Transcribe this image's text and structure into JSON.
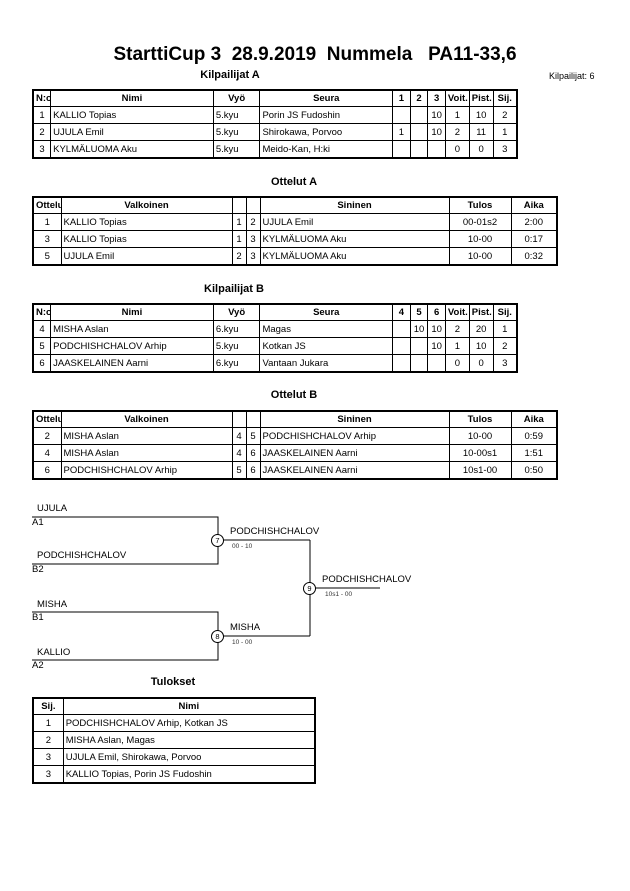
{
  "title": "StarttiCup 3  28.9.2019  Nummela   PA11-33,6",
  "competitor_count": "Kilpailijat: 6",
  "pool_a": {
    "heading": "Kilpailijat A",
    "headers": [
      "N:o",
      "Nimi",
      "Vyö",
      "Seura",
      "1",
      "2",
      "3",
      "Voit.",
      "Pist.",
      "Sij."
    ],
    "rows": [
      [
        "1",
        "KALLIO Topias",
        "5.kyu",
        "Porin JS Fudoshin",
        "",
        "",
        "10",
        "1",
        "10",
        "2"
      ],
      [
        "2",
        "UJULA Emil",
        "5.kyu",
        "Shirokawa, Porvoo",
        "1",
        "",
        "10",
        "2",
        "11",
        "1"
      ],
      [
        "3",
        "KYLMÄLUOMA Aku",
        "5.kyu",
        "Meido-Kan, H:ki",
        "",
        "",
        "",
        "0",
        "0",
        "3"
      ]
    ]
  },
  "matches_a": {
    "heading": "Ottelut A",
    "headers": [
      "Ottelu",
      "Valkoinen",
      "",
      "",
      "Sininen",
      "Tulos",
      "Aika"
    ],
    "rows": [
      [
        "1",
        "KALLIO Topias",
        "1",
        "2",
        "UJULA Emil",
        "00-01s2",
        "2:00"
      ],
      [
        "3",
        "KALLIO Topias",
        "1",
        "3",
        "KYLMÄLUOMA Aku",
        "10-00",
        "0:17"
      ],
      [
        "5",
        "UJULA Emil",
        "2",
        "3",
        "KYLMÄLUOMA Aku",
        "10-00",
        "0:32"
      ]
    ]
  },
  "pool_b": {
    "heading": "Kilpailijat B",
    "headers": [
      "N:o",
      "Nimi",
      "Vyö",
      "Seura",
      "4",
      "5",
      "6",
      "Voit.",
      "Pist.",
      "Sij."
    ],
    "rows": [
      [
        "4",
        "MISHA Aslan",
        "6.kyu",
        "Magas",
        "",
        "10",
        "10",
        "2",
        "20",
        "1"
      ],
      [
        "5",
        "PODCHISHCHALOV Arhip",
        "5.kyu",
        "Kotkan JS",
        "",
        "",
        "10",
        "1",
        "10",
        "2"
      ],
      [
        "6",
        "JAASKELAINEN Aarni",
        "6.kyu",
        "Vantaan Jukara",
        "",
        "",
        "",
        "0",
        "0",
        "3"
      ]
    ]
  },
  "matches_b": {
    "heading": "Ottelut B",
    "headers": [
      "Ottelu",
      "Valkoinen",
      "",
      "",
      "Sininen",
      "Tulos",
      "Aika"
    ],
    "rows": [
      [
        "2",
        "MISHA Aslan",
        "4",
        "5",
        "PODCHISHCHALOV Arhip",
        "10-00",
        "0:59"
      ],
      [
        "4",
        "MISHA Aslan",
        "4",
        "6",
        "JAASKELAINEN Aarni",
        "10-00s1",
        "1:51"
      ],
      [
        "6",
        "PODCHISHCHALOV Arhip",
        "5",
        "6",
        "JAASKELAINEN Aarni",
        "10s1-00",
        "0:50"
      ]
    ]
  },
  "bracket": {
    "entry1_name": "UJULA",
    "entry1_seed": "A1",
    "entry2_name": "PODCHISHCHALOV",
    "entry2_seed": "B2",
    "entry3_name": "MISHA",
    "entry3_seed": "B1",
    "entry4_name": "KALLIO",
    "entry4_seed": "A2",
    "semi1_no": "7",
    "semi1_winner": "PODCHISHCHALOV",
    "semi1_score": "00 - 10",
    "semi2_no": "8",
    "semi2_winner": "MISHA",
    "semi2_score": "10 - 00",
    "final_no": "9",
    "final_winner": "PODCHISHCHALOV",
    "final_score": "10s1 - 00"
  },
  "results": {
    "heading": "Tulokset",
    "headers": [
      "Sij.",
      "Nimi"
    ],
    "rows": [
      [
        "1",
        "PODCHISHCHALOV Arhip, Kotkan JS"
      ],
      [
        "2",
        "MISHA Aslan, Magas"
      ],
      [
        "3",
        "UJULA Emil, Shirokawa, Porvoo"
      ],
      [
        "3",
        "KALLIO Topias, Porin JS Fudoshin"
      ]
    ]
  }
}
